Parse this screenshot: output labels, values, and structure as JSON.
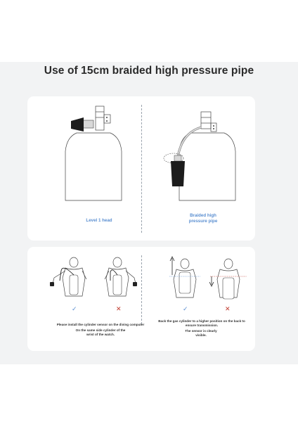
{
  "header": {
    "title": "Use of 15cm braided high pressure pipe"
  },
  "top_panel": {
    "left_label": "Level 1 head",
    "right_label": "Braided high pressure pipe"
  },
  "bottom_panel": {
    "left_text_1": "Please install the cylinder sensor on the diving computer",
    "left_text_2": "On the same side cylinder of the wrist of the watch.",
    "right_text_1": "Back the gas cylinder to a higher position on the back to ensure transmission.",
    "right_text_2": "The sensor is clearly visible.",
    "marks": {
      "correct": "✓",
      "wrong": "✕"
    }
  },
  "colors": {
    "accent": "#5b8fd1",
    "wrong": "#c0392b",
    "correct": "#5b8fd1"
  }
}
